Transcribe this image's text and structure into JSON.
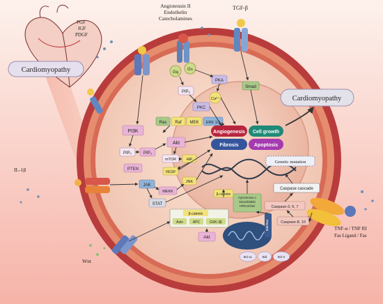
{
  "colors": {
    "bg_top": "#fdf1ec",
    "bg_bottom": "#f6b3a8",
    "membrane_outer": "#b93c3c",
    "membrane_inner": "#d86b56",
    "cytoplasm": "#f7d8c6",
    "nucleus": "#f2c5b2",
    "pink_box": "#e9b4d6",
    "green_box": "#a9c98a",
    "blue_box": "#8fb3d9",
    "yellow_box": "#f3e27a",
    "angiogenesis": "#b8263e",
    "cell_growth": "#1f8a77",
    "fibrosis": "#34559c",
    "apoptosis": "#a63ab0"
  },
  "labels": {
    "cardiomyopathy_left": "Cardiomyopathy",
    "cardiomyopathy_right": "Cardiomyopathy",
    "fgf": "FGF",
    "igf": "IGF",
    "pdgf": "PDGF",
    "angiotensin": "Angiotensin II",
    "endothelin": "Endothelin",
    "catecholamines": "Catecholamines",
    "tgf": "TGF-β",
    "il1b": "IL-1β",
    "wnt": "Wnt",
    "tnf1": "TNF-α / TNF RI",
    "tnf2": "Fas Ligand / Fas"
  },
  "nodes": {
    "pi3k": "PI3K",
    "pip2": "PIP₂",
    "pip3": "PIP₃",
    "pten": "PTEN",
    "akt": "Akt",
    "mtor": "mTOR",
    "hif": "HIF",
    "vegf": "VEGF",
    "jnk": "JNK",
    "jak": "JAK",
    "mekk": "MEKK",
    "stat": "STAT",
    "pip2_top": "PIP₂",
    "pkc": "PKC",
    "pka": "PKA",
    "ca": "Ca²⁺",
    "smad": "Smad",
    "ras": "Ras",
    "raf": "Raf",
    "mek": "MEK",
    "erk": "ERK 1/2",
    "gq": "Gq",
    "gs": "Gs",
    "bcatenin": "β-catenin",
    "bcatenin_box": "β-catenin",
    "axin": "Axin",
    "apc": "APC",
    "gsk": "GSK-3β",
    "akt_bottom": "Akt",
    "cytokines": "Cytochrome c\nSmac/Diablo\nHTRA2/Omi",
    "caspase_cascade": "Caspase cascade",
    "caspase_367": "Caspase-3, 6, 7",
    "caspase_810": "Caspase-8, 10",
    "bak_bax": "Bak/Bax",
    "bcl_xl": "Bcl-xL",
    "bid": "Bid",
    "bcl2": "Bcl-2"
  },
  "outcomes": {
    "angiogenesis": "Angiogenesis",
    "cell_growth": "Cell growth",
    "fibrosis": "Fibrosis",
    "apoptosis": "Apoptosis"
  },
  "genetic_mutation": "Genetic mutation"
}
